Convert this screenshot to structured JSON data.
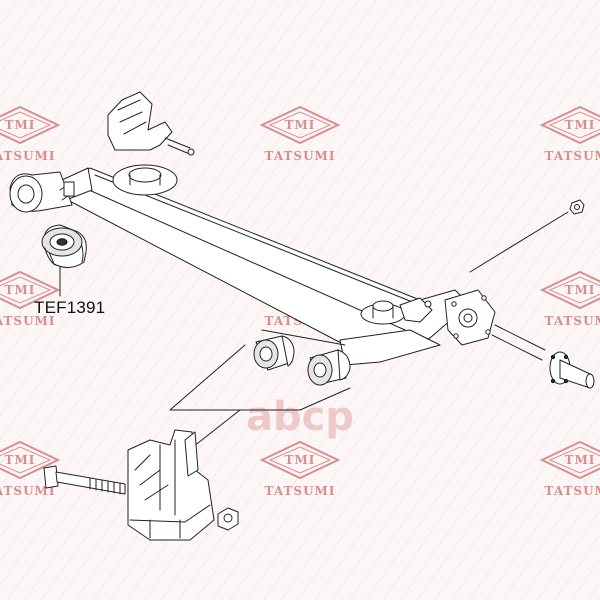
{
  "watermark": {
    "logo_text": "TMI",
    "sub_text": "TATSUMI",
    "center_text": "аbсp",
    "color": "#d98e8e"
  },
  "part": {
    "number": "TEF1391"
  },
  "colors": {
    "background": "#fdf6f6",
    "line": "#222222",
    "bushing_shade": "#e5e5e5"
  }
}
